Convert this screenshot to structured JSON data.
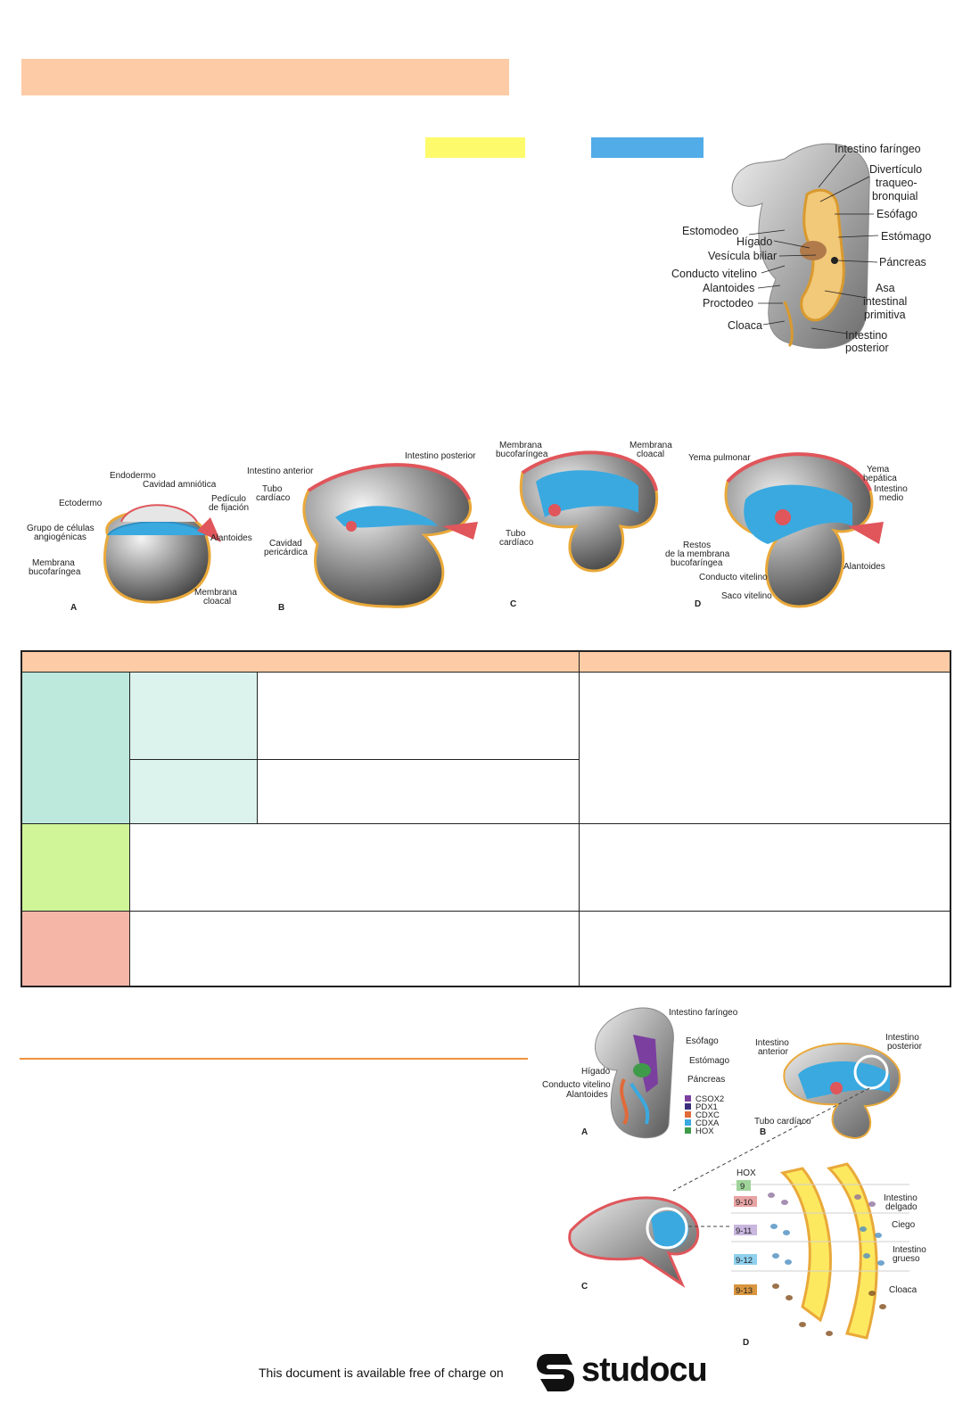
{
  "colors": {
    "title_bar": "#fdcba5",
    "highlight_yellow": "#fdfb6c",
    "highlight_blue": "#52ace8",
    "table_header": "#fdcba5",
    "row1": "#bde8dc",
    "row1_sub": "#dcf3ed",
    "row2": "#cff598",
    "row3": "#f5b5a7",
    "divider": "#f0913f",
    "gut_yellow": "#e9a93a",
    "ectoderm_red": "#e0565b",
    "endoderm_blue": "#3aa9e0"
  },
  "figure1": {
    "labels": {
      "intestino_faringeo": "Intestino faríngeo",
      "diverticulo_1": "Divertículo",
      "diverticulo_2": "traqueo-",
      "diverticulo_3": "bronquial",
      "esofago": "Esófago",
      "estomodeo": "Estomodeo",
      "estomago": "Estómago",
      "higado": "Hígado",
      "vesicula": "Vesícula biliar",
      "pancreas": "Páncreas",
      "conducto_vitelino": "Conducto vitelino",
      "asa_1": "Asa",
      "asa_2": "intestinal",
      "asa_3": "primitiva",
      "alantoides": "Alantoides",
      "proctodeo": "Proctodeo",
      "cloaca": "Cloaca",
      "intestino_posterior_1": "Intestino",
      "intestino_posterior_2": "posterior"
    }
  },
  "figure2": {
    "panel_letters": [
      "A",
      "B",
      "C",
      "D"
    ],
    "a": {
      "endodermo": "Endodermo",
      "cavidad_amniotica": "Cavidad amniótica",
      "ectodermo": "Ectodermo",
      "pediculo_1": "Pedículo",
      "pediculo_2": "de fijación",
      "grupo_1": "Grupo de células",
      "grupo_2": "angiogénicas",
      "alantoides": "Alantoides",
      "membrana_buco_1": "Membrana",
      "membrana_buco_2": "bucofaríngea",
      "membrana_cloacal_1": "Membrana",
      "membrana_cloacal_2": "cloacal"
    },
    "b": {
      "intestino_anterior": "Intestino anterior",
      "intestino_posterior": "Intestino posterior",
      "tubo_1": "Tubo",
      "tubo_2": "cardíaco",
      "cavidad_1": "Cavidad",
      "cavidad_2": "pericárdica"
    },
    "c": {
      "membrana_buco_1": "Membrana",
      "membrana_buco_2": "bucofaríngea",
      "membrana_cloacal_1": "Membrana",
      "membrana_cloacal_2": "cloacal",
      "tubo_1": "Tubo",
      "tubo_2": "cardíaco"
    },
    "d": {
      "yema_pulmonar": "Yema pulmonar",
      "yema_hepatica_1": "Yema",
      "yema_hepatica_2": "hepática",
      "intestino_medio_1": "Intestino",
      "intestino_medio_2": "medio",
      "restos_1": "Restos",
      "restos_2": "de la membrana",
      "restos_3": "bucofaríngea",
      "alantoides": "Alantoides",
      "conducto_vitelino": "Conducto vitelino",
      "saco_vitelino": "Saco vitelino"
    }
  },
  "figure3": {
    "a": {
      "letter": "A",
      "intestino_faringeo": "Intestino faríngeo",
      "esofago": "Esófago",
      "estomago": "Estómago",
      "pancreas": "Páncreas",
      "higado": "Hígado",
      "conducto_vitelino": "Conducto vitelino",
      "alantoides": "Alantoides",
      "legend": [
        {
          "label": "CSOX2",
          "color": "#7b3fa0"
        },
        {
          "label": "PDX1",
          "color": "#3a2d7a"
        },
        {
          "label": "CDXC",
          "color": "#e06a3a"
        },
        {
          "label": "CDXA",
          "color": "#3aa9e0"
        },
        {
          "label": "HOX",
          "color": "#3f9a4a"
        }
      ]
    },
    "b": {
      "letter": "B",
      "intestino_anterior_1": "Intestino",
      "intestino_anterior_2": "anterior",
      "intestino_posterior_1": "Intestino",
      "intestino_posterior_2": "posterior",
      "tubo_cardiaco": "Tubo cardíaco"
    },
    "c": {
      "letter": "C"
    },
    "d": {
      "letter": "D",
      "hox_title": "HOX",
      "hox_codes": [
        {
          "code": "9",
          "color": "#9fd39a"
        },
        {
          "code": "9-10",
          "color": "#e8a3a3"
        },
        {
          "code": "9-11",
          "color": "#c9b7e0"
        },
        {
          "code": "9-12",
          "color": "#8fd0ee"
        },
        {
          "code": "9-13",
          "color": "#d9963f"
        }
      ],
      "intestino_delgado_1": "Intestino",
      "intestino_delgado_2": "delgado",
      "ciego": "Ciego",
      "intestino_grueso_1": "Intestino",
      "intestino_grueso_2": "grueso",
      "cloaca": "Cloaca"
    }
  },
  "footer": {
    "text": "This document is available free of charge on",
    "brand": "studocu"
  }
}
